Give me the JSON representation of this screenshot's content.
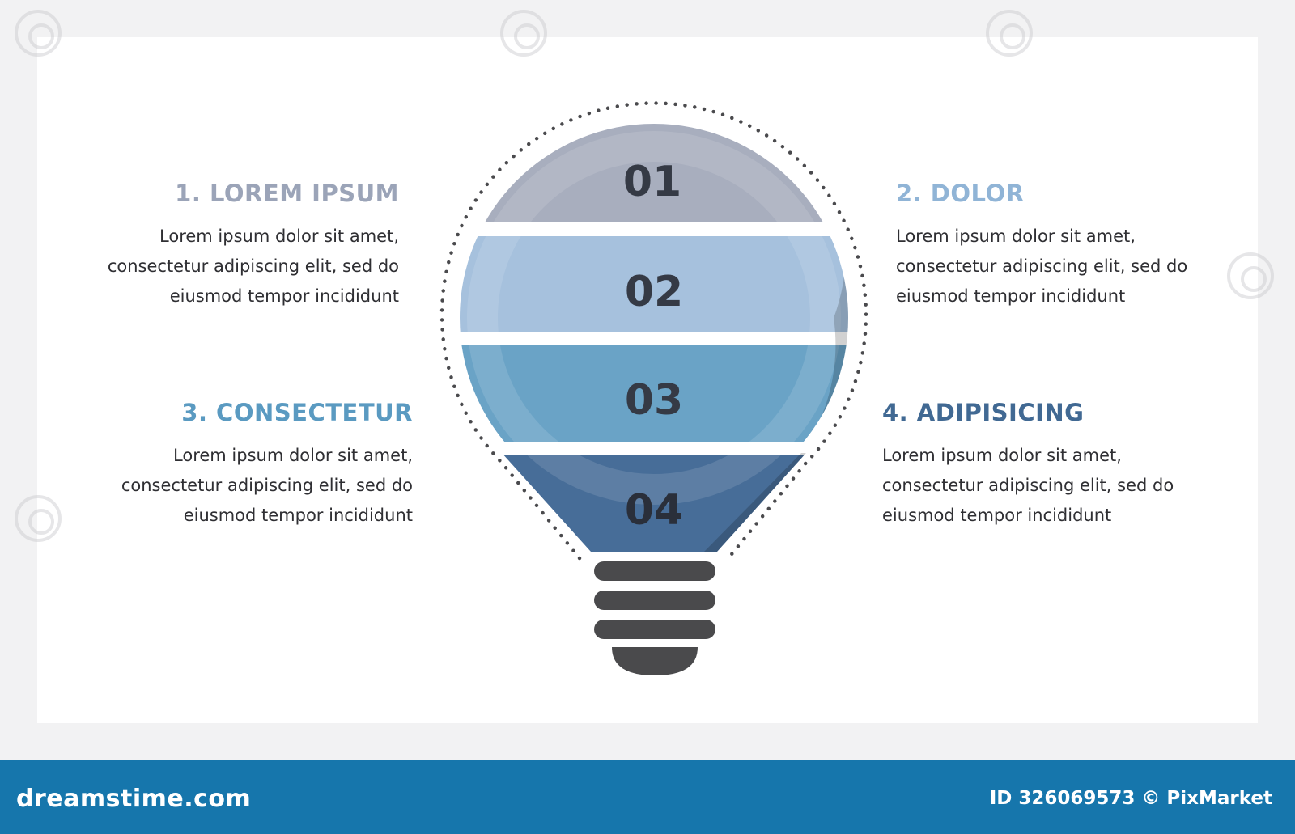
{
  "diagram": {
    "segments": [
      {
        "number": "01",
        "color": "#a8aebe",
        "shade": "#9298a8"
      },
      {
        "number": "02",
        "color": "#a6c1dd",
        "shade": "#8fa8c2"
      },
      {
        "number": "03",
        "color": "#6aa3c6",
        "shade": "#5a8aa8"
      },
      {
        "number": "04",
        "color": "#476d98",
        "shade": "#3a5a82"
      }
    ],
    "base_color": "#4a4a4c",
    "outline": "dotted"
  },
  "blocks": [
    {
      "title": "1. LOREM IPSUM",
      "color": "#9ba4b8",
      "lines": [
        "Lorem ipsum dolor sit amet,",
        "consectetur adipiscing elit, sed do",
        "eiusmod tempor incididunt"
      ]
    },
    {
      "title": "2. DOLOR",
      "color": "#90b4d6",
      "lines": [
        "Lorem ipsum dolor sit amet,",
        "consectetur adipiscing elit, sed do",
        "eiusmod tempor incididunt"
      ]
    },
    {
      "title": "3. CONSECTETUR",
      "color": "#5a9ac1",
      "lines": [
        "Lorem ipsum dolor sit amet,",
        "consectetur adipiscing elit, sed do",
        "eiusmod tempor incididunt"
      ]
    },
    {
      "title": "4. ADIPISICING",
      "color": "#416993",
      "lines": [
        "Lorem ipsum dolor sit amet,",
        "consectetur adipiscing elit, sed do",
        "eiusmod tempor incididunt"
      ]
    }
  ],
  "footer": {
    "brand": "dreamstime.com",
    "id_text": "ID 326069573 © PixMarket",
    "background": "#1676ac"
  }
}
